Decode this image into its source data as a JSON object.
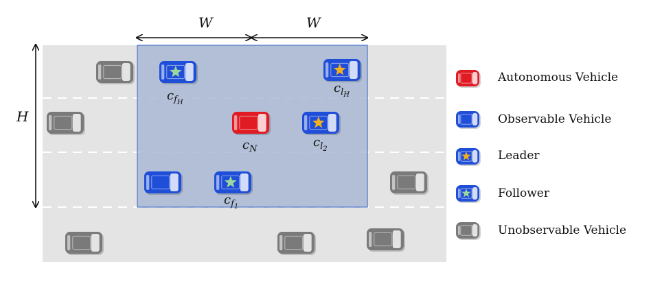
{
  "dimensions": {
    "width_label": "W",
    "height_label": "H"
  },
  "vehicle_labels": {
    "follower_h": {
      "base": "c",
      "sub": "f",
      "subsub": "H"
    },
    "leader_h": {
      "base": "c",
      "sub": "l",
      "subsub": "H"
    },
    "autonomous": {
      "base": "c",
      "sub": "N"
    },
    "leader_2": {
      "base": "c",
      "sub": "l",
      "subsub": "2"
    },
    "follower_1": {
      "base": "c",
      "sub": "f",
      "subsub": "1"
    }
  },
  "legend": [
    {
      "kind": "autonomous",
      "label": "Autonomous Vehicle"
    },
    {
      "kind": "observable",
      "label": "Observable Vehicle"
    },
    {
      "kind": "leader",
      "label": "Leader"
    },
    {
      "kind": "follower",
      "label": "Follower"
    },
    {
      "kind": "unobservable",
      "label": "Unobservable Vehicle"
    }
  ],
  "colors": {
    "road": "#e4e4e4",
    "lane_marking": "#ffffff",
    "observation_window_fill": "#a9b9d3",
    "observation_window_stroke": "#4a74c9",
    "autonomous": "#e01b24",
    "observable": "#1f4ed8",
    "unobservable": "#7a7a7a",
    "leader_star": "#f2b01e",
    "follower_star": "#9ed6a0"
  }
}
